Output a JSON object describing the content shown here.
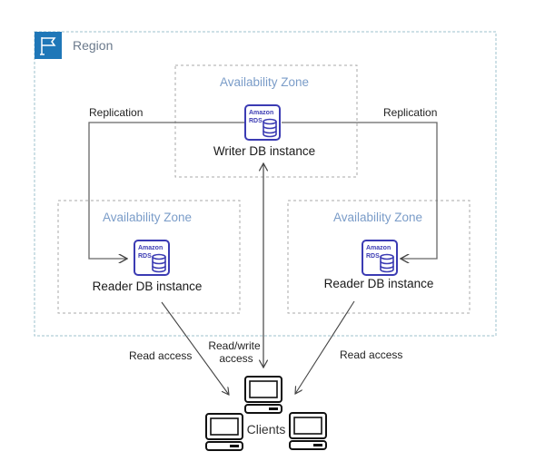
{
  "region": {
    "label": "Region",
    "icon": "flag-icon",
    "accent_color": "#1f77b8",
    "border_color": "#8fb8c8"
  },
  "availability_zones": [
    {
      "label": "Availability Zone",
      "role": "writer"
    },
    {
      "label": "Availability Zone",
      "role": "reader-left"
    },
    {
      "label": "Availability Zone",
      "role": "reader-right"
    }
  ],
  "instances": {
    "writer": {
      "label": "Writer DB instance",
      "icon_line1": "Amazon",
      "icon_line2": "RDS"
    },
    "reader_left": {
      "label": "Reader DB instance",
      "icon_line1": "Amazon",
      "icon_line2": "RDS"
    },
    "reader_right": {
      "label": "Reader DB instance",
      "icon_line1": "Amazon",
      "icon_line2": "RDS"
    }
  },
  "rds_icon_color": "#3b3bb3",
  "edges": {
    "replication_left": "Replication",
    "replication_right": "Replication",
    "read_left": "Read access",
    "read_write_line1": "Read/write",
    "read_write_line2": "access",
    "read_right": "Read access"
  },
  "clients": {
    "label": "Clients",
    "icon": "computer-icon"
  }
}
